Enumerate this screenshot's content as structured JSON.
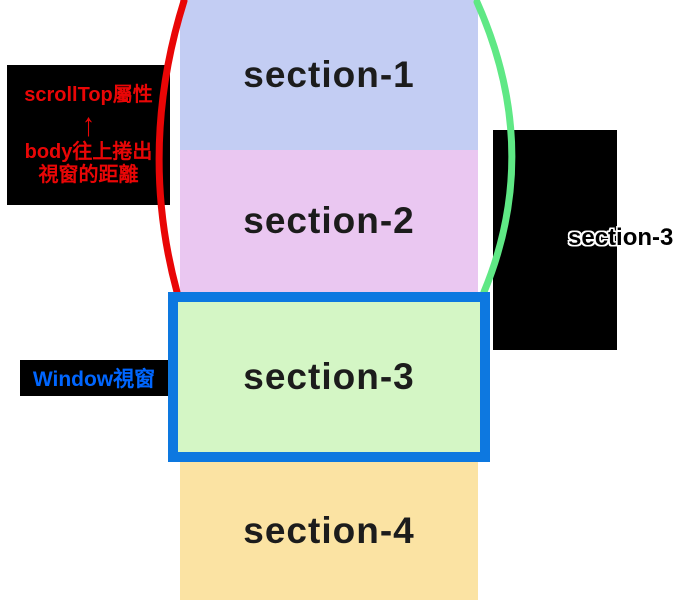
{
  "sections": [
    {
      "id": "section-1",
      "label": "section-1",
      "bg": "#c3cdf3"
    },
    {
      "id": "section-2",
      "label": "section-2",
      "bg": "#eac7f1"
    },
    {
      "id": "section-3",
      "label": "section-3",
      "bg": "#d4f6c5"
    },
    {
      "id": "section-4",
      "label": "section-4",
      "bg": "#fbe3a3"
    }
  ],
  "window": {
    "border_color": "#0d78e0",
    "label": "Window視窗",
    "label_color": "#0066ff"
  },
  "scrolltop_note": {
    "line1": "scrollTop屬性",
    "arrow": "↑",
    "line2": "body往上捲出",
    "line3": "視窗的距離",
    "color": "#e90606"
  },
  "right_note": {
    "text": "section-3"
  },
  "brackets": {
    "red": {
      "color": "#e90606"
    },
    "green": {
      "color": "#5fe885"
    }
  }
}
